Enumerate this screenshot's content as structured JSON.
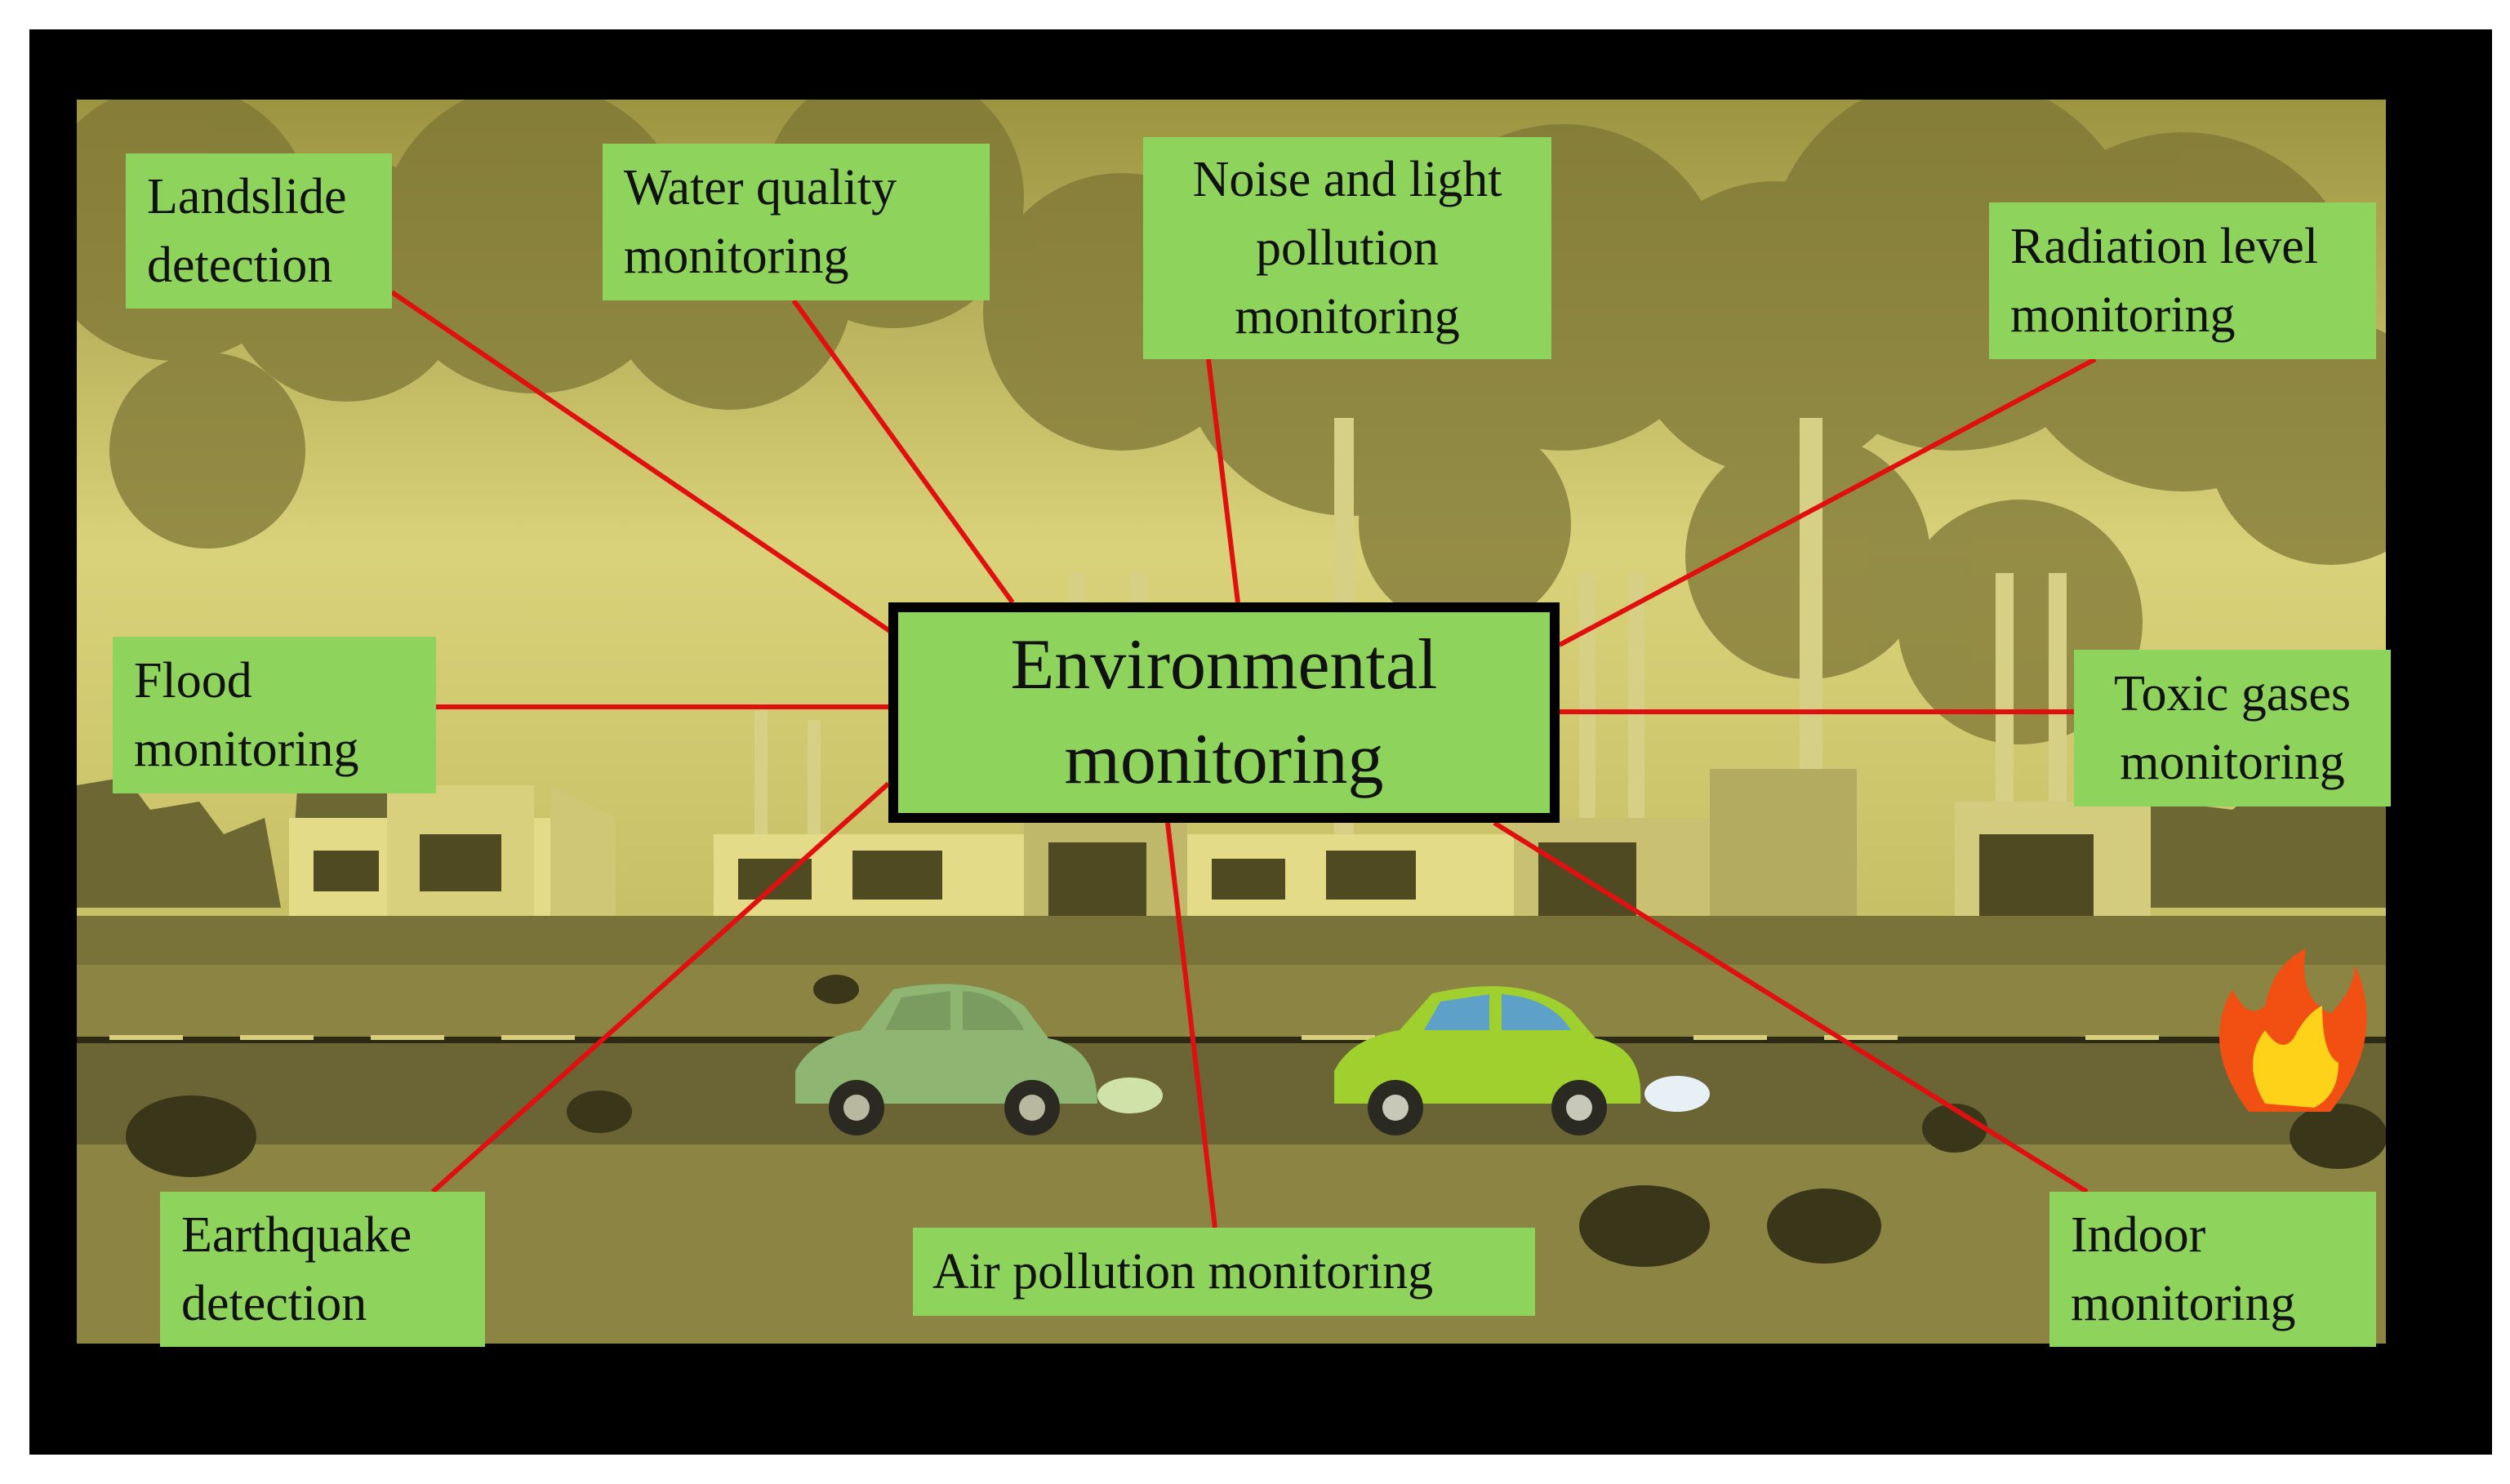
{
  "diagram": {
    "center_label": "Environmental\nmonitoring",
    "connector_color": "#e01010",
    "box_color": "#8ed35b",
    "nodes": [
      {
        "id": "landslide",
        "label": "Landslide\ndetection"
      },
      {
        "id": "water",
        "label": "Water quality\nmonitoring"
      },
      {
        "id": "noise",
        "label": "Noise and light\npollution\nmonitoring"
      },
      {
        "id": "radiation",
        "label": "Radiation level\nmonitoring"
      },
      {
        "id": "flood",
        "label": "Flood\nmonitoring"
      },
      {
        "id": "toxic",
        "label": "Toxic gases\nmonitoring"
      },
      {
        "id": "earthquake",
        "label": "Earthquake\ndetection"
      },
      {
        "id": "air",
        "label": "Air pollution monitoring"
      },
      {
        "id": "indoor",
        "label": "Indoor\nmonitoring"
      }
    ]
  },
  "background": {
    "scene": "polluted industrial city with factories, smoke, road and cars",
    "sky_color": "#b3a949",
    "ground_color": "#8c8443",
    "road_color": "#6b6434"
  }
}
